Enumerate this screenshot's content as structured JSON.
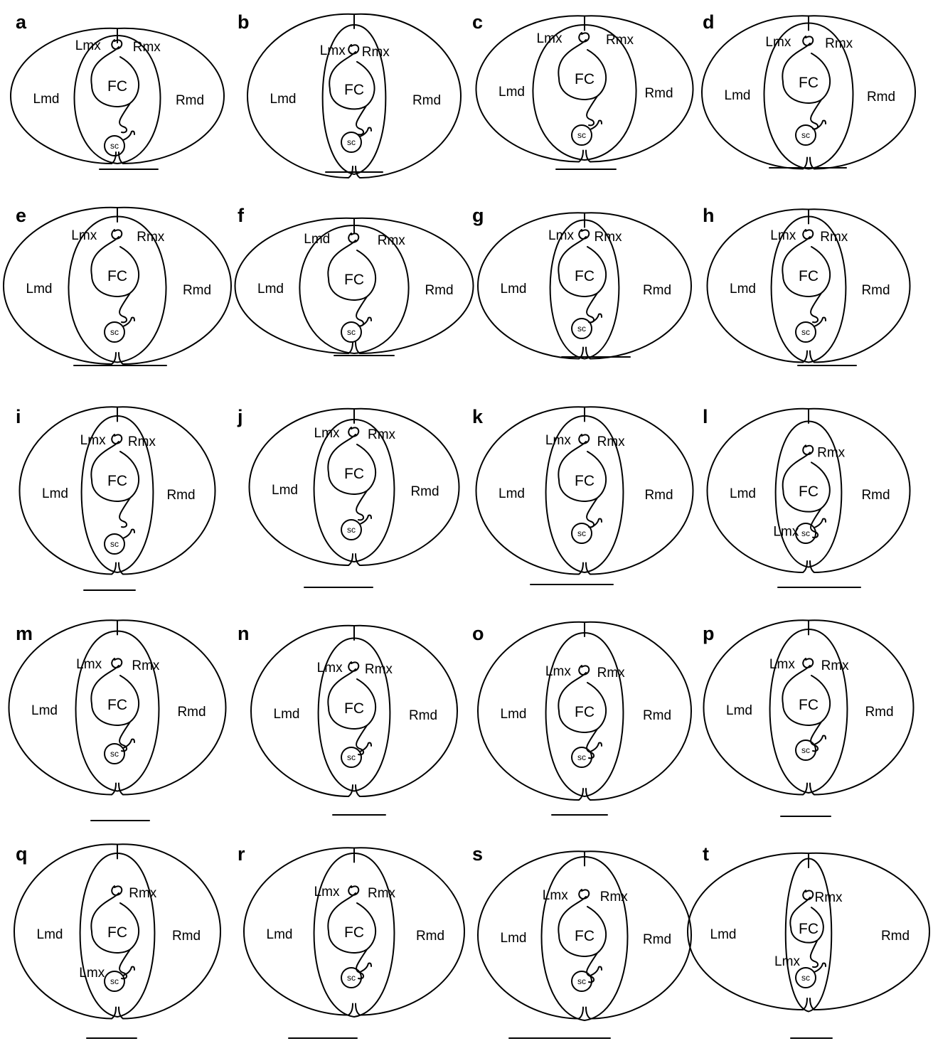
{
  "figure": {
    "labels": {
      "left_mandible": "Lmd",
      "right_mandible": "Rmd",
      "left_maxilla": "Lmx",
      "right_maxilla": "Rmx",
      "food_canal": "FC",
      "salivary_canal": "sc"
    },
    "panels": [
      {
        "id": "a",
        "labels": [
          "Lmd",
          "Rmd",
          "Lmx",
          "Rmx",
          "FC",
          "sc"
        ]
      },
      {
        "id": "b",
        "labels": [
          "Lmd",
          "Rmd",
          "Lmx",
          "Rmx",
          "FC",
          "sc"
        ]
      },
      {
        "id": "c",
        "labels": [
          "Lmd",
          "Rmd",
          "Lmx",
          "Rmx",
          "FC",
          "sc"
        ]
      },
      {
        "id": "d",
        "labels": [
          "Lmd",
          "Rmd",
          "Lmx",
          "Rmx",
          "FC",
          "sc"
        ]
      },
      {
        "id": "e",
        "labels": [
          "Lmd",
          "Rmd",
          "Lmx",
          "Rmx",
          "FC",
          "sc"
        ]
      },
      {
        "id": "f",
        "labels": [
          "Lmd",
          "Rmd",
          "Lmd",
          "Rmx",
          "FC",
          "sc"
        ]
      },
      {
        "id": "g",
        "labels": [
          "Lmd",
          "Rmd",
          "Lmx",
          "Rmx",
          "FC",
          "sc"
        ]
      },
      {
        "id": "h",
        "labels": [
          "Lmd",
          "Rmd",
          "Lmx",
          "Rmx",
          "FC",
          "sc"
        ]
      },
      {
        "id": "i",
        "labels": [
          "Lmd",
          "Rmd",
          "Lmx",
          "Rmx",
          "FC",
          "sc"
        ]
      },
      {
        "id": "j",
        "labels": [
          "Lmd",
          "Rmd",
          "Lmx",
          "Rmx",
          "FC",
          "sc"
        ]
      },
      {
        "id": "k",
        "labels": [
          "Lmd",
          "Rmd",
          "Lmx",
          "Rmx",
          "FC",
          "sc"
        ]
      },
      {
        "id": "l",
        "labels": [
          "Lmd",
          "Rmd",
          "Lmx",
          "Rmx",
          "FC",
          "sc"
        ]
      },
      {
        "id": "m",
        "labels": [
          "Lmd",
          "Rmd",
          "Lmx",
          "Rmx",
          "FC",
          "sc"
        ]
      },
      {
        "id": "n",
        "labels": [
          "Lmd",
          "Rmd",
          "Lmx",
          "Rmx",
          "FC",
          "sc"
        ]
      },
      {
        "id": "o",
        "labels": [
          "Lmd",
          "Rmd",
          "Lmx",
          "Rmx",
          "FC",
          "sc"
        ]
      },
      {
        "id": "p",
        "labels": [
          "Lmd",
          "Rmd",
          "Lmx",
          "Rmx",
          "FC",
          "sc"
        ]
      },
      {
        "id": "q",
        "labels": [
          "Lmd",
          "Rmd",
          "Lmx",
          "Rmx",
          "FC",
          "sc"
        ]
      },
      {
        "id": "r",
        "labels": [
          "Lmd",
          "Rmd",
          "Lmx",
          "Rmx",
          "FC",
          "sc"
        ]
      },
      {
        "id": "s",
        "labels": [
          "Lmd",
          "Rmd",
          "Lmx",
          "Rmx",
          "FC",
          "sc"
        ]
      },
      {
        "id": "t",
        "labels": [
          "Lmd",
          "Rmd",
          "Lmx",
          "Rmx",
          "FC",
          "sc"
        ]
      }
    ]
  }
}
